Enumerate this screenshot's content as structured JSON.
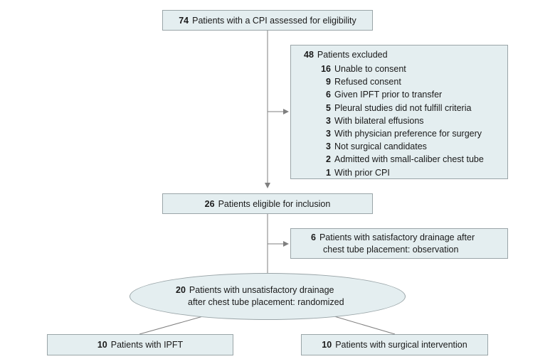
{
  "assessed": {
    "count": "74",
    "label": "Patients with a CPI assessed for eligibility"
  },
  "excluded": {
    "count": "48",
    "label": "Patients excluded",
    "reasons": [
      {
        "count": "16",
        "label": "Unable to consent"
      },
      {
        "count": "9",
        "label": "Refused consent"
      },
      {
        "count": "6",
        "label": "Given IPFT prior to transfer"
      },
      {
        "count": "5",
        "label": "Pleural studies did not fulfill criteria"
      },
      {
        "count": "3",
        "label": "With bilateral effusions"
      },
      {
        "count": "3",
        "label": "With physician preference for surgery"
      },
      {
        "count": "3",
        "label": "Not surgical candidates"
      },
      {
        "count": "2",
        "label": "Admitted with small-caliber chest tube"
      },
      {
        "count": "1",
        "label": "With prior CPI"
      }
    ]
  },
  "eligible": {
    "count": "26",
    "label": "Patients eligible for inclusion"
  },
  "observation": {
    "count": "6",
    "line1": "Patients with satisfactory drainage after",
    "line2": "chest tube placement: observation"
  },
  "randomized": {
    "count": "20",
    "line1": "Patients with unsatisfactory drainage",
    "line2": "after chest tube placement: randomized"
  },
  "ipft": {
    "count": "10",
    "label": "Patients with IPFT"
  },
  "surgical": {
    "count": "10",
    "label": "Patients with surgical intervention"
  },
  "colors": {
    "box_fill": "#e4eef0",
    "box_border": "#9aa5a8",
    "line": "#7f7f7f"
  }
}
